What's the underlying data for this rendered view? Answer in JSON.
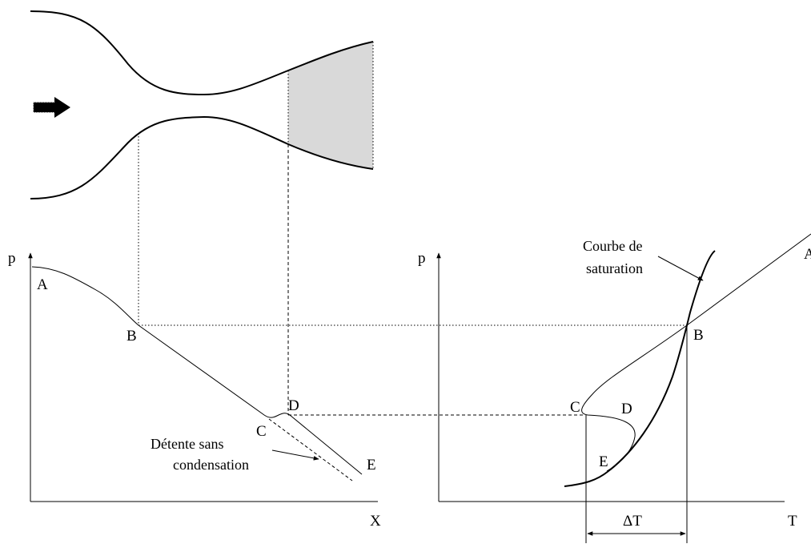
{
  "nozzle": {
    "shaded_color": "#d9d9d9",
    "flow_arrow_icon": "thick-right-arrow-icon"
  },
  "left_graph": {
    "y_axis_label": "p",
    "x_axis_label": "X",
    "points": {
      "A": "A",
      "B": "B",
      "C": "C",
      "D": "D",
      "E": "E"
    },
    "annotation_line1": "Détente sans",
    "annotation_line2": "condensation"
  },
  "right_graph": {
    "y_axis_label": "p",
    "x_axis_label": "T",
    "points": {
      "A": "A",
      "B": "B",
      "C": "C",
      "D": "D",
      "E": "E"
    },
    "saturation_line1": "Courbe de",
    "saturation_line2": "saturation",
    "delta_label": "ΔT"
  }
}
